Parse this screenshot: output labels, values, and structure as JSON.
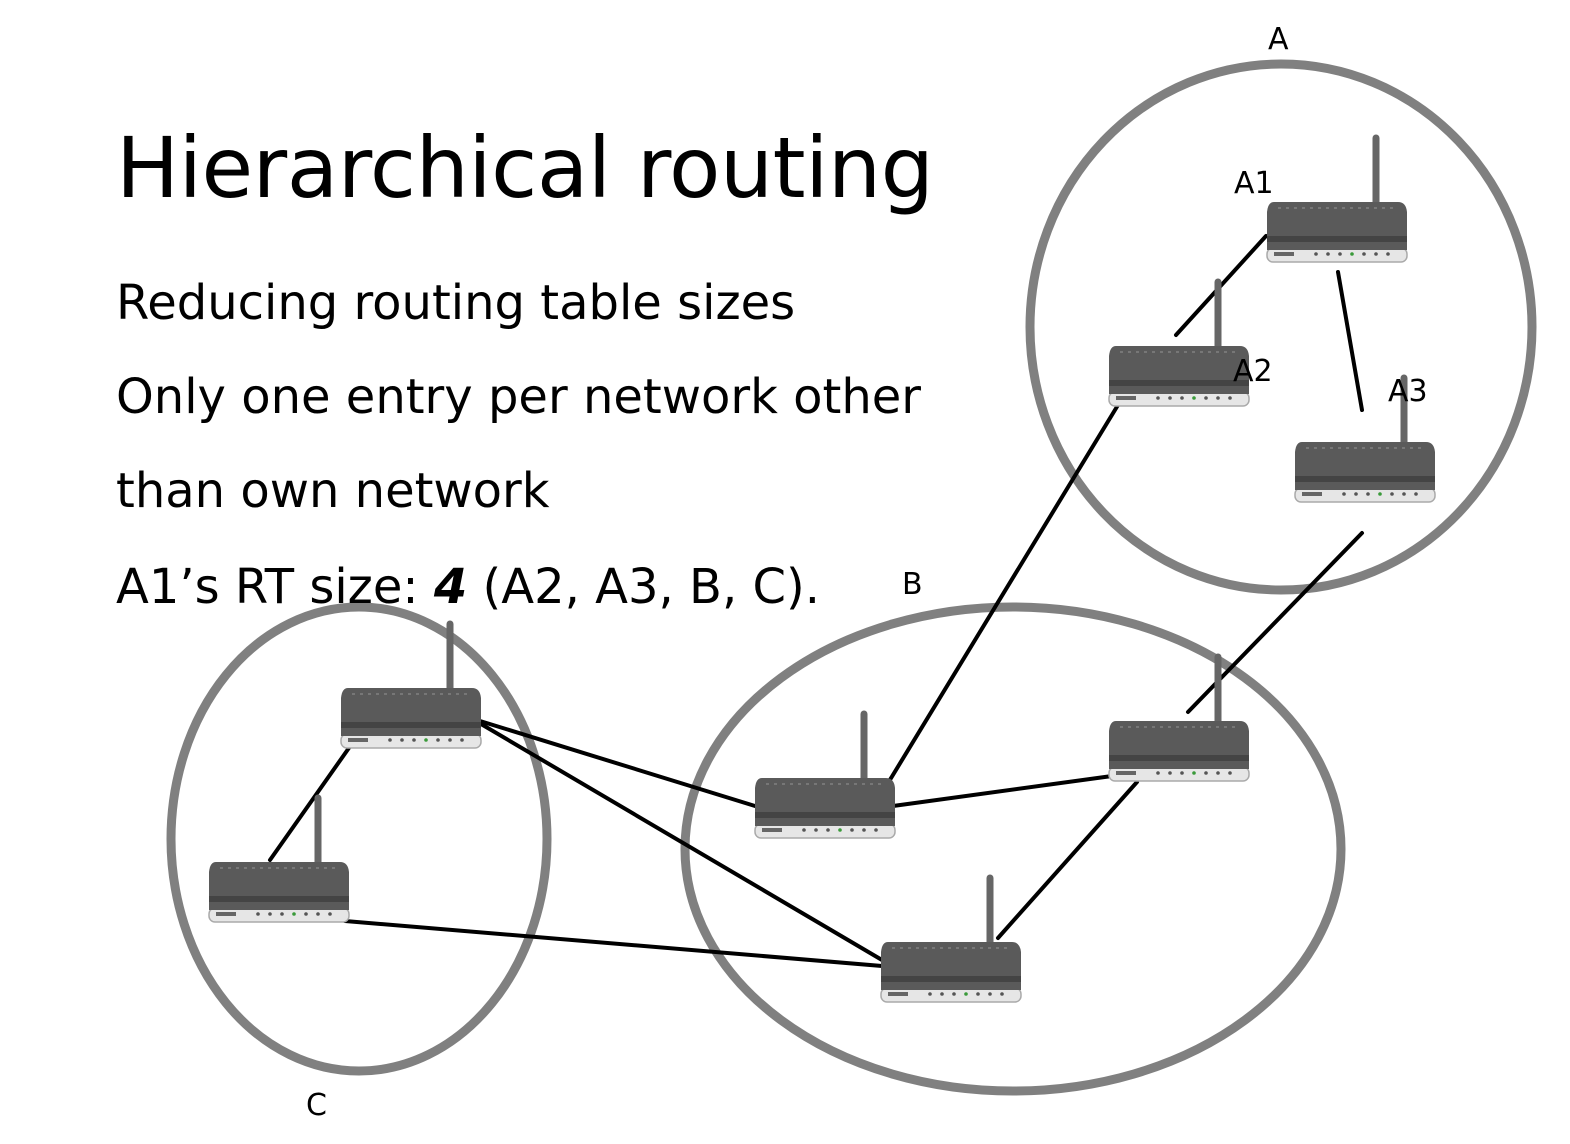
{
  "slide": {
    "title": "Hierarchical routing",
    "bullets": {
      "b1": "Reducing routing table sizes",
      "b2": "Only one entry per network other",
      "b3": "than own network",
      "b4_prefix": "A1’s RT size: ",
      "b4_count": "4",
      "b4_suffix": " (A2, A3, B, C)."
    }
  },
  "networks": {
    "a": {
      "label": "A"
    },
    "b": {
      "label": "B"
    },
    "c": {
      "label": "C"
    }
  },
  "routers": {
    "a1": {
      "label": "A1"
    },
    "a2": {
      "label": "A2"
    },
    "a3": {
      "label": "A3"
    }
  },
  "colors": {
    "network_outline": "#808080",
    "link": "#000000",
    "router_body": "#555555",
    "router_base": "#f2f2f2"
  }
}
